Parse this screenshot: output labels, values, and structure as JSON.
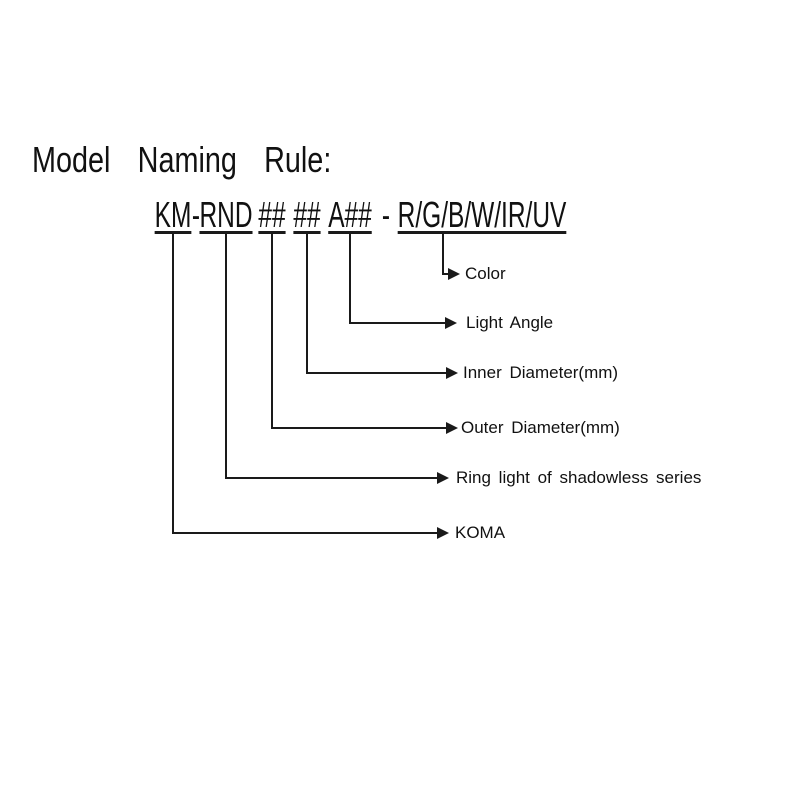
{
  "title": "Model Naming Rule:",
  "model_code": {
    "full_text": "KM-RND ## ## A## - R/G/B/W/IR/UV",
    "parts": [
      {
        "text": "KM",
        "underline": true
      },
      {
        "text": "-",
        "underline": false
      },
      {
        "text": "RND",
        "underline": true
      },
      {
        "text": "##",
        "underline": true
      },
      {
        "text": "##",
        "underline": true
      },
      {
        "text": "A##",
        "underline": true
      },
      {
        "text": "-",
        "underline": false
      },
      {
        "text": "R/G/B/W/IR/UV",
        "underline": true
      }
    ]
  },
  "callouts": [
    {
      "segment": "R/G/B/W/IR/UV",
      "label": "Color"
    },
    {
      "segment": "A##",
      "label": "Light Angle"
    },
    {
      "segment": "##",
      "label": "Inner Diameter(mm)"
    },
    {
      "segment": "##",
      "label": "Outer Diameter(mm)"
    },
    {
      "segment": "RND",
      "label": "Ring light of shadowless series"
    },
    {
      "segment": "KM",
      "label": "KOMA"
    }
  ],
  "colors": {
    "ink": "#1a1a1a",
    "background": "#ffffff"
  }
}
